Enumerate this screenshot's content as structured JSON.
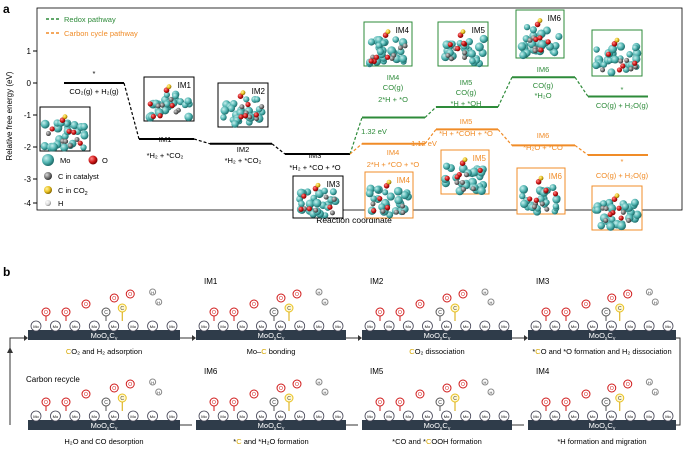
{
  "panel_a": {
    "label": "a",
    "y_axis_label": "Relative free energy (eV)",
    "x_axis_label": "Reaction coordinate",
    "y_ticks": [
      "1",
      "0",
      "-1",
      "-2",
      "-3",
      "-4"
    ],
    "legend": {
      "redox": "Redox pathway",
      "carbon": "Carbon cycle pathway"
    },
    "atom_legend": {
      "mo": "Mo",
      "o": "O",
      "c_catalyst": "C in catalyst",
      "c_co2": "C in CO",
      "co2_sub": "2",
      "h": "H"
    },
    "states": {
      "start": {
        "name": "*",
        "species": "CO₂(g) + H₂(g)"
      },
      "im1": {
        "name": "IM1",
        "species": "*H₂ + *CO₂"
      },
      "im2": {
        "name": "IM2",
        "species": "*H₂ + *CO₂"
      },
      "im3": {
        "name": "IM3",
        "species": "*H₂ + *CO + *O"
      },
      "r_im4": {
        "name": "IM4",
        "species_1": "CO(g)",
        "species_2": "2*H + *O"
      },
      "r_im5": {
        "name": "IM5",
        "species_1": "CO(g)",
        "species_2": "*H + *OH"
      },
      "r_im6": {
        "name": "IM6",
        "species_1": "CO(g)",
        "species_2": "*H₂O"
      },
      "r_end": {
        "name": "*",
        "species": "CO(g) + H₂O(g)"
      },
      "c_im4": {
        "name": "IM4",
        "species": "2*H + *CO + *O"
      },
      "c_im5": {
        "name": "IM5",
        "species": "*H + *COH + *O"
      },
      "c_im6": {
        "name": "IM6",
        "species": "*H₂O + *CO"
      },
      "c_end": {
        "name": "*",
        "species": "CO(g) + H₂O(g)"
      }
    },
    "barriers": {
      "redox": "1.32 eV",
      "carbon": "1.12 eV"
    },
    "thumbnail_labels": {
      "im1": "IM1",
      "im2": "IM2",
      "im3": "IM3",
      "r_im4": "IM4",
      "r_im5": "IM5",
      "r_im6": "IM6",
      "c_im4": "IM4",
      "c_im5": "IM5",
      "c_im6": "IM6"
    },
    "colors": {
      "redox": "#2e8b3a",
      "carbon": "#f08c28",
      "base": "#000000"
    },
    "energy_values_eV": {
      "start": 0.0,
      "im1": -1.75,
      "im2": -1.9,
      "im3": -2.22,
      "r_im4": -1.08,
      "r_im5": -0.75,
      "r_im6": 0.18,
      "r_end": -0.42,
      "c_im4": -1.9,
      "c_im5": -1.45,
      "c_im6": -1.95,
      "c_end": -2.25
    }
  },
  "panel_b": {
    "label": "b",
    "substrate_label": "MoO",
    "sub_x": "x",
    "sub_y": "y",
    "recycle_label": "Carbon recycle",
    "mo_text": "Mo",
    "o_text": "O",
    "c_text": "C",
    "h_text": "H",
    "row1": [
      {
        "title": "",
        "caption_pre": "",
        "caption": "O₂ and H₂ adsorption",
        "caption_c": "C"
      },
      {
        "title": "IM1",
        "caption_pre": "Mo–",
        "caption": " bonding",
        "caption_c": "C"
      },
      {
        "title": "IM2",
        "caption_pre": "",
        "caption": "O₂ dissociation",
        "caption_c": "C"
      },
      {
        "title": "IM3",
        "caption_pre": "*",
        "caption": "O and *O formation and H₂ dissociation",
        "caption_c": "C"
      }
    ],
    "row2": [
      {
        "title": "",
        "caption": "H₂O and CO desorption"
      },
      {
        "title": "IM6",
        "caption_pre": "*",
        "caption_c": "C",
        "caption": " and *H₂O formation"
      },
      {
        "title": "IM5",
        "caption_pre": "*CO and *",
        "caption_c": "C",
        "caption": "OOH formation"
      },
      {
        "title": "IM4",
        "caption": "*H formation and migration"
      }
    ]
  }
}
